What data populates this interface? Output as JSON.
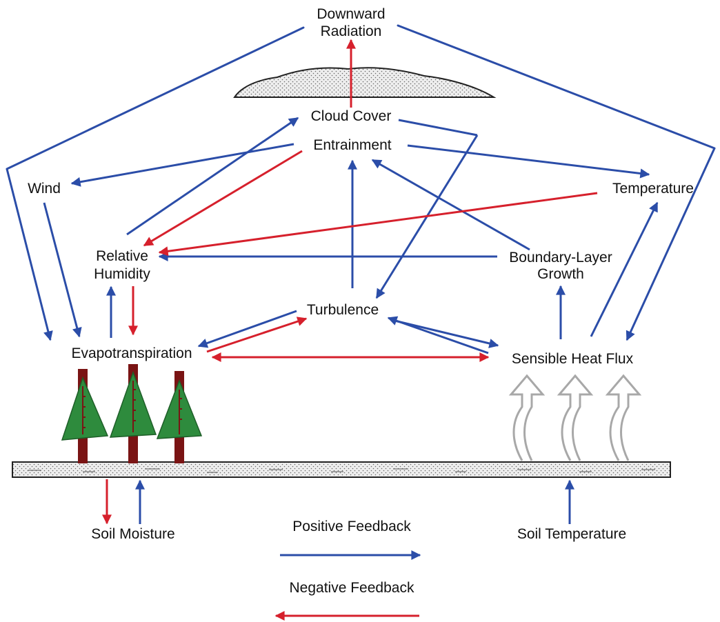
{
  "nodes": {
    "downward_radiation": [
      "Downward",
      "Radiation"
    ],
    "cloud_cover": "Cloud Cover",
    "entrainment": "Entrainment",
    "wind": "Wind",
    "temperature": "Temperature",
    "relative_humidity": [
      "Relative",
      "Humidity"
    ],
    "boundary_layer_growth": [
      "Boundary-Layer",
      "Growth"
    ],
    "turbulence": "Turbulence",
    "evapotranspiration": "Evapotranspiration",
    "sensible_heat_flux": "Sensible Heat Flux",
    "soil_moisture": "Soil Moisture",
    "soil_temperature": "Soil Temperature"
  },
  "legend": {
    "positive": "Positive Feedback",
    "negative": "Negative Feedback"
  },
  "colors": {
    "positive": "#2b4da8",
    "negative": "#d6202c",
    "tree_foliage": "#2e8b3d",
    "tree_trunk": "#7a1414",
    "soil_fill": "#eeeeee",
    "heat_arrow": "#a8a8a8"
  },
  "icons": [
    "cloud",
    "tree",
    "heat-arrow",
    "soil-layer"
  ]
}
